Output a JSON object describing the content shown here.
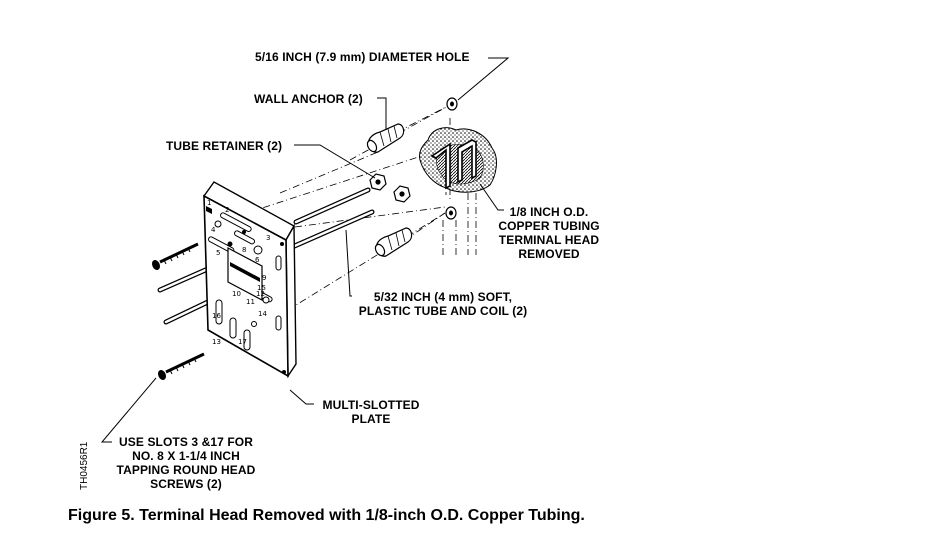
{
  "labels": {
    "hole": "5/16 INCH  (7.9 mm) DIAMETER HOLE",
    "anchor": "WALL ANCHOR (2)",
    "retainer": "TUBE RETAINER (2)",
    "tubing": [
      "1/8 INCH O.D.",
      "COPPER TUBING",
      "TERMINAL HEAD",
      "REMOVED"
    ],
    "tube": [
      "5/32 INCH (4 mm) SOFT,",
      "PLASTIC TUBE AND COIL (2)"
    ],
    "plate": [
      "MULTI-SLOTTED",
      "PLATE"
    ],
    "screws": [
      "USE SLOTS 3 &17 FOR",
      "NO. 8 X 1-1/4 INCH",
      "TAPPING ROUND HEAD",
      "SCREWS (2)"
    ]
  },
  "plate_numbers": [
    "1",
    "2",
    "3",
    "4",
    "5",
    "6",
    "8",
    "9",
    "10",
    "11",
    "12",
    "13",
    "14",
    "15",
    "16",
    "17"
  ],
  "drawing_code": "TH0456R1",
  "caption": "Figure 5.  Terminal Head Removed with 1/8-inch O.D. Copper Tubing."
}
